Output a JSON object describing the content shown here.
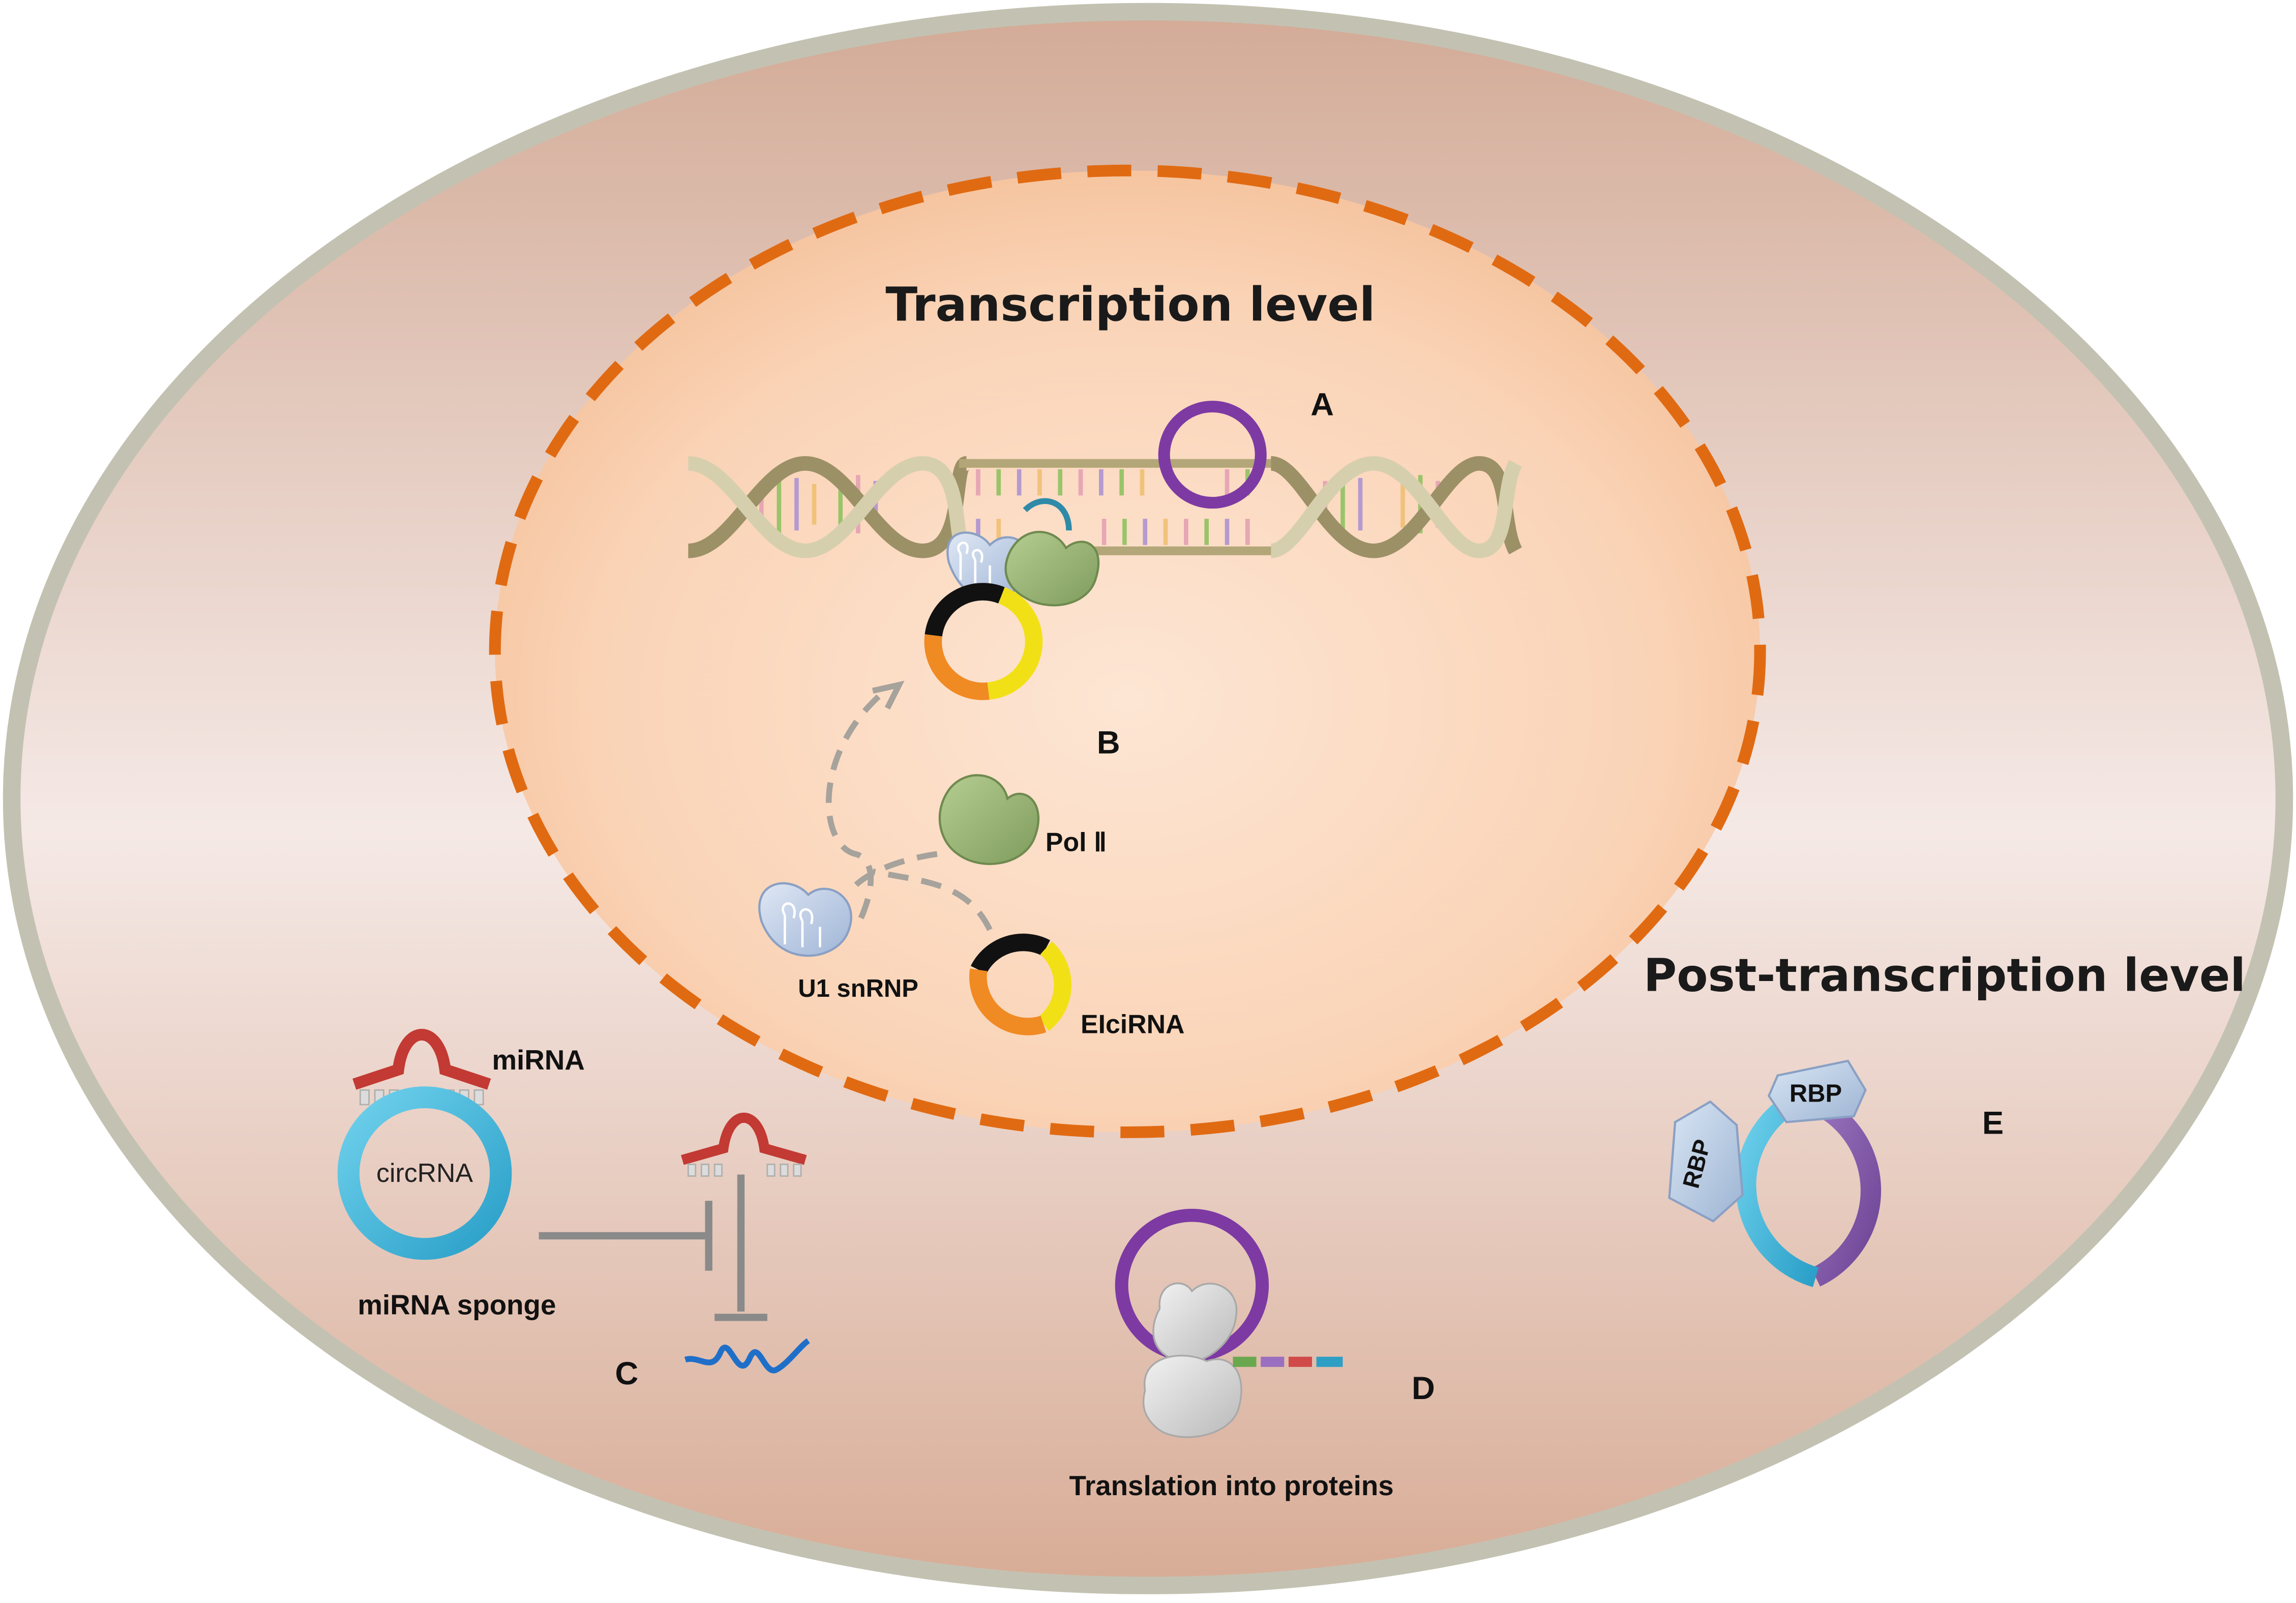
{
  "cell": {
    "transcription_title": "Transcription level",
    "post_transcription_title": "Post-transcription level"
  },
  "labels": {
    "a": "A",
    "b": "B",
    "c": "C",
    "d": "D",
    "e": "E"
  },
  "nucleus": {
    "pol2": "Pol Ⅱ",
    "u1": "U1 snRNP",
    "eiciRNA": "EIciRNA"
  },
  "sponge": {
    "mirna": "miRNA",
    "circrna": "circRNA",
    "caption": "miRNA sponge"
  },
  "translation": {
    "caption": "Translation into proteins"
  },
  "rbp": {
    "top": "RBP",
    "left": "RBP"
  },
  "colors": {
    "cell_border": "#c3c2b2",
    "cytoplasm": "#d9b6a3",
    "nucleus_fill": "#f8cfac",
    "nucleus_dash": "#e06a12",
    "circ_purple": "#7d3aa3",
    "circ_blue": "#3bb6da",
    "mirna_red": "#c23a33",
    "pol2_green": "#9bb57a",
    "orange": "#f08a22",
    "yellow": "#f2e017",
    "target_mrna": "#1f6fc9"
  }
}
